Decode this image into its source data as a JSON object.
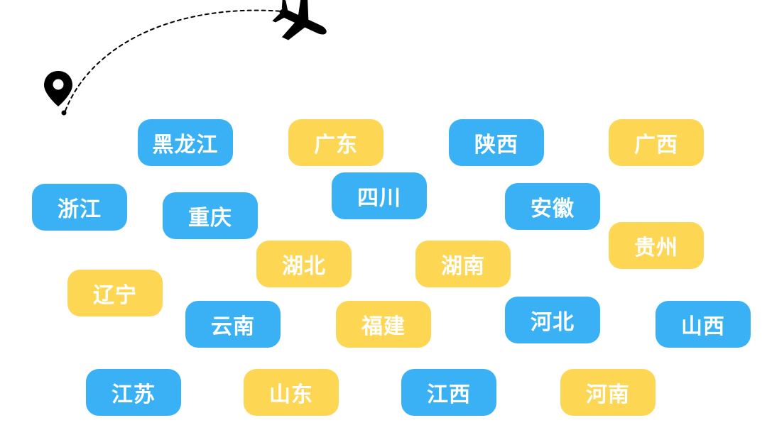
{
  "colors": {
    "blue": "#39b1f4",
    "yellow": "#fdd654",
    "icon": "#000000"
  },
  "icons": {
    "pin": "map-pin-icon",
    "plane": "airplane-icon",
    "route": "dashed-route-line"
  },
  "provinces": [
    {
      "name": "黑龙江",
      "color": "blue"
    },
    {
      "name": "广东",
      "color": "yellow"
    },
    {
      "name": "陕西",
      "color": "blue"
    },
    {
      "name": "广西",
      "color": "yellow"
    },
    {
      "name": "浙江",
      "color": "blue"
    },
    {
      "name": "重庆",
      "color": "blue"
    },
    {
      "name": "四川",
      "color": "blue"
    },
    {
      "name": "安徽",
      "color": "blue"
    },
    {
      "name": "贵州",
      "color": "yellow"
    },
    {
      "name": "湖北",
      "color": "yellow"
    },
    {
      "name": "湖南",
      "color": "yellow"
    },
    {
      "name": "辽宁",
      "color": "yellow"
    },
    {
      "name": "云南",
      "color": "blue"
    },
    {
      "name": "福建",
      "color": "yellow"
    },
    {
      "name": "河北",
      "color": "blue"
    },
    {
      "name": "山西",
      "color": "blue"
    },
    {
      "name": "江苏",
      "color": "blue"
    },
    {
      "name": "山东",
      "color": "yellow"
    },
    {
      "name": "江西",
      "color": "blue"
    },
    {
      "name": "河南",
      "color": "yellow"
    }
  ]
}
